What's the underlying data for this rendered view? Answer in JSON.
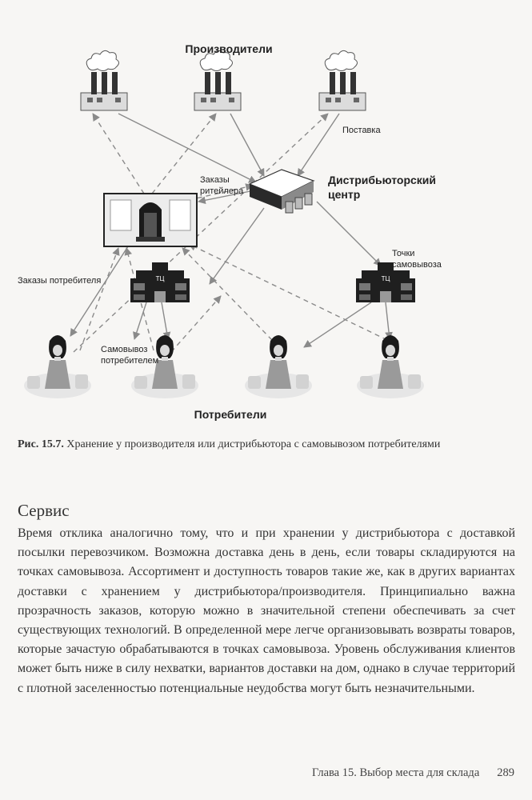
{
  "diagram": {
    "labels": {
      "producers": "Производители",
      "delivery": "Поставка",
      "distribution_center": [
        "Дистрибьюторский",
        "центр"
      ],
      "retailer_orders": [
        "Заказы",
        "ритейлера"
      ],
      "pickup_points": [
        "Точки",
        "самовывоза"
      ],
      "consumer_orders": "Заказы потребителя",
      "consumer_pickup": [
        "Самовывоз",
        "потребителем"
      ],
      "consumers": "Потребители",
      "mall_sign": "ТЦ"
    },
    "icons": {
      "factory": "factory-icon",
      "warehouse": "warehouse-icon",
      "store": "store-icon",
      "pickup": "mall-icon",
      "consumer": "consumer-icon"
    },
    "colors": {
      "arrow": "#8a8a8a",
      "dark": "#1f1f1f"
    }
  },
  "caption": {
    "number": "Рис. 15.7.",
    "text": "Хранение у производителя или дистрибьютора с самовывозом потребителями"
  },
  "section_title": "Сервис",
  "body": "Время отклика аналогично тому, что и при хранении у дистрибьютора с доставкой посылки перевозчиком. Возможна доставка день в день, если товары складируются на точках самовывоза. Ассортимент и доступность товаров такие же, как в других вариантах доставки с хранением у дистрибьютора/производителя. Принципиально важна прозрачность заказов, которую можно в значительной степени обеспечивать за счет существующих технологий. В определенной мере легче организовывать возвраты товаров, которые зачастую обрабатываются в точках самовывоза. Уровень обслуживания клиентов может быть ниже в силу нехватки, вариантов доставки на дом, однако в случае территорий с плотной заселенностью потенциальные неудобства могут быть незначительными.",
  "footer": {
    "chapter": "Глава 15. Выбор места для склада",
    "page": "289"
  }
}
